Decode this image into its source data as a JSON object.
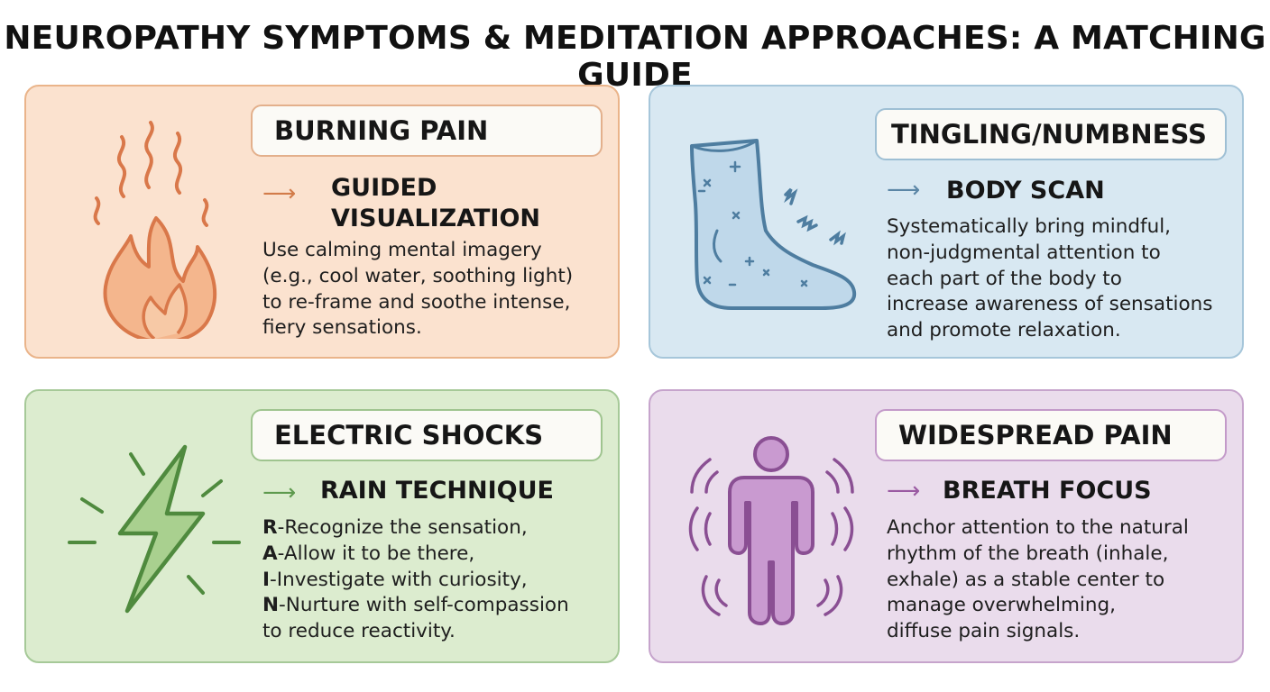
{
  "title": "NEUROPATHY SYMPTOMS & MEDITATION APPROACHES: A MATCHING GUIDE",
  "arrow": "⟶",
  "colors": {
    "burning": "#fbe2cf",
    "tingling": "#d8e8f2",
    "electric": "#dceccf",
    "widespread": "#eadcec"
  },
  "cards": [
    {
      "symptom": "BURNING PAIN",
      "icon": "flame-icon",
      "approach_lines": [
        "GUIDED",
        "VISUALIZATION"
      ],
      "description_lines": [
        "Use calming mental imagery",
        "(e.g., cool water, soothing light)",
        "to re-frame and soothe intense,",
        "fiery sensations."
      ]
    },
    {
      "symptom": "TINGLING/NUMBNESS",
      "icon": "foot-icon",
      "approach_lines": [
        "BODY SCAN"
      ],
      "description_lines": [
        "Systematically bring mindful,",
        "non-judgmental attention to",
        "each part of the body to",
        "increase awareness of sensations",
        "and promote relaxation."
      ]
    },
    {
      "symptom": "ELECTRIC SHOCKS",
      "icon": "lightning-bolt-icon",
      "approach_lines": [
        "RAIN TECHNIQUE"
      ],
      "description_lines": [
        {
          "letter": "R",
          "text": "-Recognize the sensation,"
        },
        {
          "letter": "A",
          "text": "-Allow it to be there,"
        },
        {
          "letter": "I",
          "text": "-Investigate with curiosity,"
        },
        {
          "letter": "N",
          "text": "-Nurture with self-compassion"
        },
        {
          "letter": "",
          "text": "to reduce reactivity."
        }
      ]
    },
    {
      "symptom": "WIDESPREAD PAIN",
      "icon": "person-radiating-icon",
      "approach_lines": [
        "BREATH FOCUS"
      ],
      "description_lines": [
        "Anchor attention to the natural",
        "rhythm of the breath (inhale,",
        "exhale) as a stable center to",
        "manage overwhelming,",
        "diffuse pain signals."
      ]
    }
  ]
}
